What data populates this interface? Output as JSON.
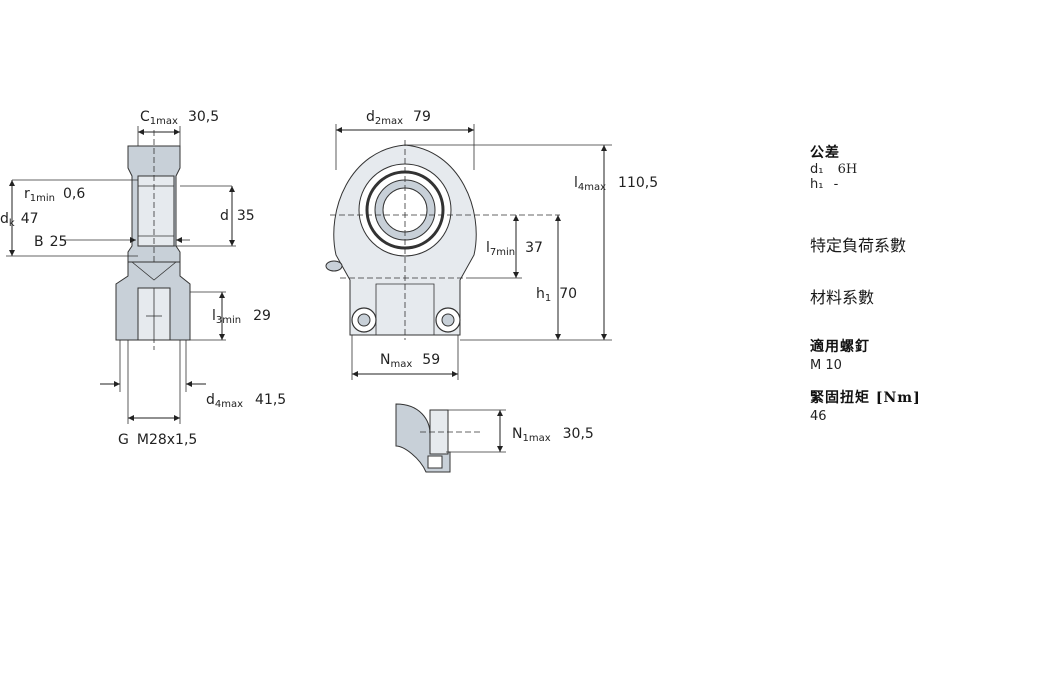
{
  "side_view": {
    "c1max": {
      "sym": "C",
      "sub": "1max",
      "val": "30,5"
    },
    "r1min": {
      "sym": "r",
      "sub": "1min",
      "val": "0,6"
    },
    "dk": {
      "sym": "d",
      "sub": "k",
      "val": "47"
    },
    "b": {
      "sym": "B",
      "val": "25"
    },
    "d": {
      "sym": "d",
      "val": "35"
    },
    "l3min": {
      "sym": "l",
      "sub": "3min",
      "val": "29"
    },
    "d4max": {
      "sym": "d",
      "sub": "4max",
      "val": "41,5"
    },
    "g": {
      "sym": "G",
      "val": "M28x1,5"
    }
  },
  "front_view": {
    "d2max": {
      "sym": "d",
      "sub": "2max",
      "val": "79"
    },
    "l4max": {
      "sym": "l",
      "sub": "4max",
      "val": "110,5"
    },
    "l7min": {
      "sym": "l",
      "sub": "7min",
      "val": "37"
    },
    "h1": {
      "sym": "h",
      "sub": "1",
      "val": "70"
    },
    "nmax": {
      "sym": "N",
      "sub": "max",
      "val": "59"
    }
  },
  "detail_view": {
    "n1max": {
      "sym": "N",
      "sub": "1max",
      "val": "30,5"
    }
  },
  "specs": {
    "tolerance_heading": "公差",
    "tol_d1_label": "d₁",
    "tol_d1_value": "6H",
    "tol_h1_label": "h₁",
    "tol_h1_value": "-",
    "load_heading": "特定負荷系數",
    "material_heading": "材料系數",
    "screw_heading": "適用螺釘",
    "screw_value": "M 10",
    "torque_heading": "緊固扭矩 [Nm]",
    "torque_value": "46"
  },
  "colors": {
    "part_fill": "#c8d0d8",
    "part_light": "#e6eaee",
    "line": "#222222"
  }
}
